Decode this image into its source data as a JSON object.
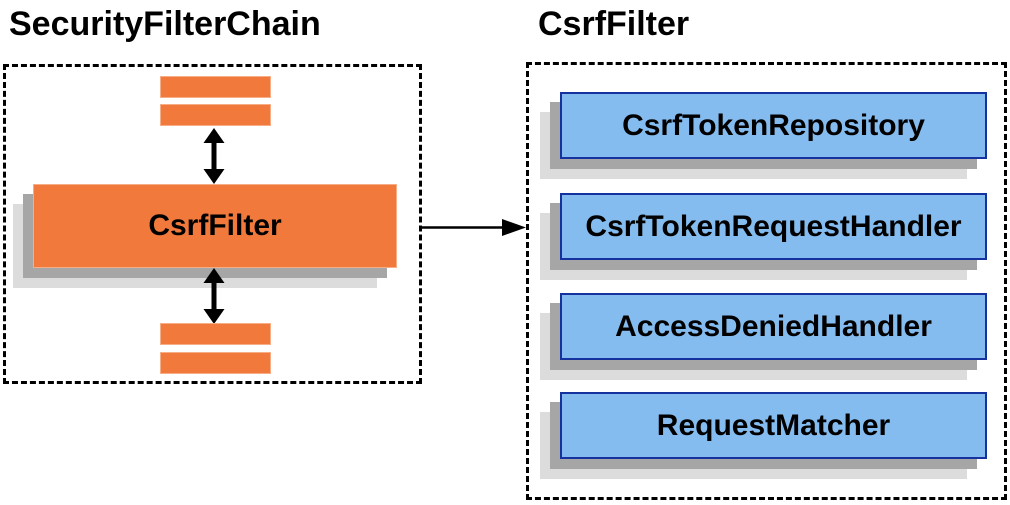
{
  "diagram": {
    "left_panel": {
      "title": "SecurityFilterChain",
      "filter_label": "CsrfFilter"
    },
    "right_panel": {
      "title": "CsrfFilter",
      "components": [
        {
          "label": "CsrfTokenRepository"
        },
        {
          "label": "CsrfTokenRequestHandler"
        },
        {
          "label": "AccessDeniedHandler"
        },
        {
          "label": "RequestMatcher"
        }
      ]
    },
    "colors": {
      "orange": "#F0793B",
      "orange_border_light": "#F7AD85",
      "blue_fill": "#85BCF0",
      "blue_border": "#16329E",
      "shadow_dark": "#A6A6A6",
      "shadow_light": "#DCDCDC",
      "ink": "#000000"
    }
  }
}
